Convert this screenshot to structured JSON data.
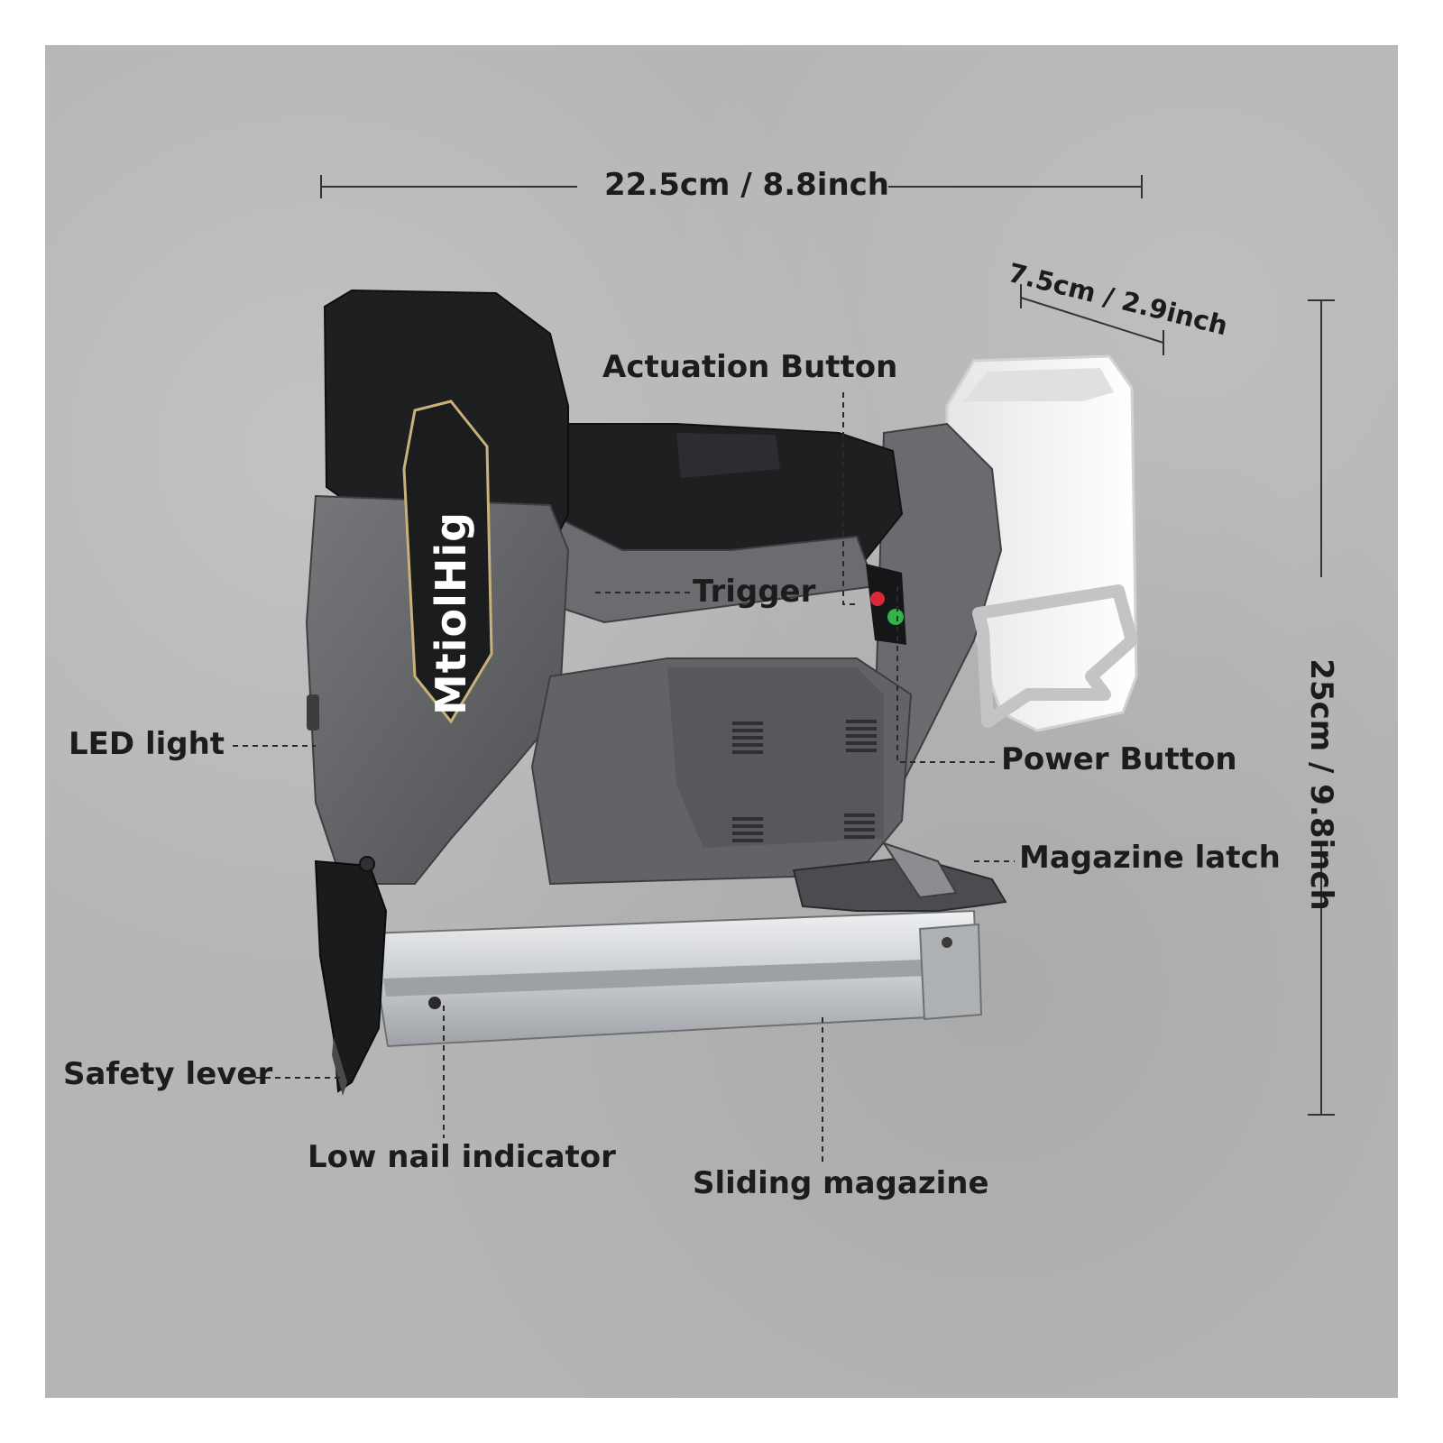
{
  "brand": "MtiolHig",
  "dimensions": {
    "width": "22.5cm / 8.8inch",
    "depth": "7.5cm / 2.9inch",
    "height": "25cm / 9.8inch"
  },
  "callouts": {
    "actuation_button": "Actuation Button",
    "trigger": "Trigger",
    "led_light": "LED light",
    "power_button": "Power Button",
    "magazine_latch": "Magazine latch",
    "safety_lever": "Safety lever",
    "low_nail_indicator": "Low nail indicator",
    "sliding_magazine": "Sliding magazine"
  },
  "colors": {
    "background": "#b5b5b5",
    "body_gray": "#5f6063",
    "body_black": "#1e1f21",
    "magazine_silver": "#d6d8da",
    "battery_white": "#f2f2f2",
    "indicator_red": "#d8283a",
    "indicator_green": "#2fb34a"
  }
}
